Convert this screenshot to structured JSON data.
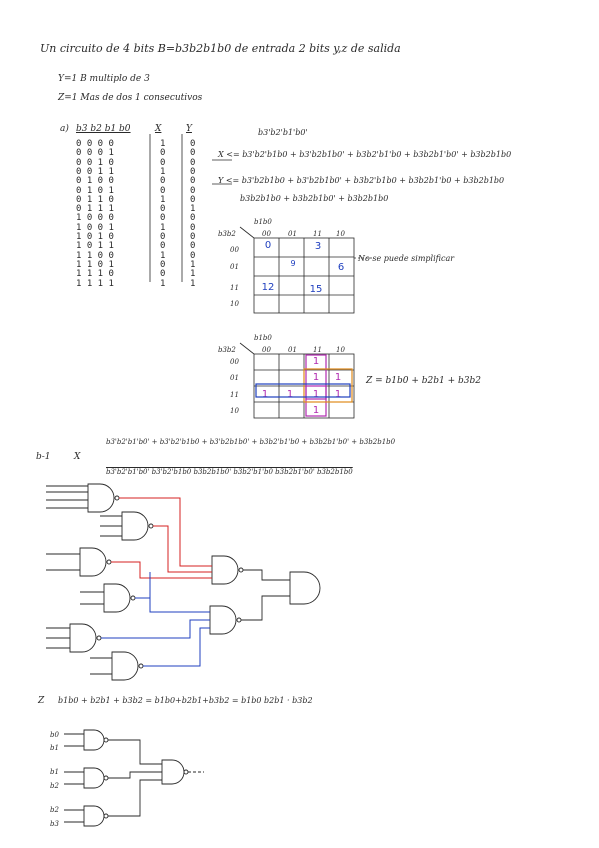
{
  "header": {
    "title": "Un circuito de 4 bits B=b3b2b1b0 de entrada 2 bits y,z de salida",
    "y_def": "Y=1  B multiplo de 3",
    "z_def": "Z=1  Mas de dos 1 consecutivos"
  },
  "truth_table": {
    "label": "a)",
    "headers": [
      "b3 b2 b1 b0",
      "X",
      "Y"
    ],
    "rows": [
      [
        "0 0 0 0",
        "1",
        "0"
      ],
      [
        "0 0 0 1",
        "0",
        "0"
      ],
      [
        "0 0 1 0",
        "0",
        "0"
      ],
      [
        "0 0 1 1",
        "1",
        "0"
      ],
      [
        "0 1 0 0",
        "0",
        "0"
      ],
      [
        "0 1 0 1",
        "0",
        "0"
      ],
      [
        "0 1 1 0",
        "1",
        "0"
      ],
      [
        "0 1 1 1",
        "0",
        "1"
      ],
      [
        "1 0 0 0",
        "0",
        "0"
      ],
      [
        "1 0 0 1",
        "1",
        "0"
      ],
      [
        "1 0 1 0",
        "0",
        "0"
      ],
      [
        "1 0 1 1",
        "0",
        "0"
      ],
      [
        "1 1 0 0",
        "1",
        "0"
      ],
      [
        "1 1 0 1",
        "0",
        "1"
      ],
      [
        "1 1 1 0",
        "0",
        "1"
      ],
      [
        "1 1 1 1",
        "1",
        "1"
      ]
    ]
  },
  "equations": {
    "x_top": "b3'b2'b1'b0'",
    "x_line": "X <= b3'b2'b1b0 + b3'b2b1b0' + b3b2'b1'b0 + b3b2b1'b0' + b3b2b1b0",
    "y_line1": "Y <= b3'b2b1b0 + b3'b2b1b0' + b3b2'b1b0 + b3b2b1'b0 + b3b2b1b0",
    "y_line2": "b3b2b1b0 + b3b2b1b0' + b3b2b1b0"
  },
  "kmap1": {
    "row_header": "b3b2",
    "col_header": "b1b0",
    "cols": [
      "00",
      "01",
      "11",
      "10"
    ],
    "rows": [
      "00",
      "01",
      "11",
      "10"
    ],
    "cells": [
      "0",
      "3",
      "9",
      "6",
      "12",
      "15"
    ],
    "note": "No se puede simplificar"
  },
  "kmap2": {
    "row_header": "b3b2",
    "col_header": "b1b0",
    "cols": [
      "00",
      "01",
      "11",
      "10"
    ],
    "rows": [
      "00",
      "01",
      "11",
      "10"
    ],
    "ones": [
      "1",
      "1",
      "1",
      "1",
      "1",
      "1",
      "1",
      "1"
    ],
    "result": "Z = b1b0 + b2b1 + b3b2"
  },
  "circuit_x": {
    "label": "b-1",
    "x_label": "X",
    "expr_top": "b3'b2'b1'b0' + b3'b2'b1b0 + b3'b2b1b0' + b3b2'b1'b0 + b3b2b1'b0' + b3b2b1b0",
    "expr_negated": "b3'b2'b1'b0'  b3'b2'b1b0  b3b2b1b0'  b3b2'b1'b0  b3b2b1'b0'  b3b2b1b0"
  },
  "circuit_z": {
    "label": "Z",
    "expr": "b1b0 + b2b1 + b3b2 = b1b0+b2b1+b3b2 = b1b0  b2b1 · b3b2",
    "inputs": [
      "b0",
      "b1",
      "b1",
      "b2",
      "b2",
      "b3"
    ]
  },
  "colors": {
    "red": "#d42020",
    "blue": "#1f3fbf",
    "orange": "#e08a1a",
    "purple": "#b02ab0",
    "ink": "#2a2a2a"
  }
}
